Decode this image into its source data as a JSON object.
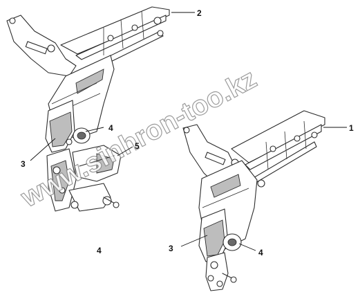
{
  "callouts": {
    "c1": "1",
    "c2": "2",
    "c3_left": "3",
    "c3_right": "3",
    "c4_left": "4",
    "c4_right": "4",
    "c4_bottom": "4",
    "c5": "5"
  },
  "watermark": "www.sinhron-too.kz",
  "colors": {
    "line": "#2a2a2a",
    "shade": "#bdbdbd",
    "background": "#ffffff"
  }
}
